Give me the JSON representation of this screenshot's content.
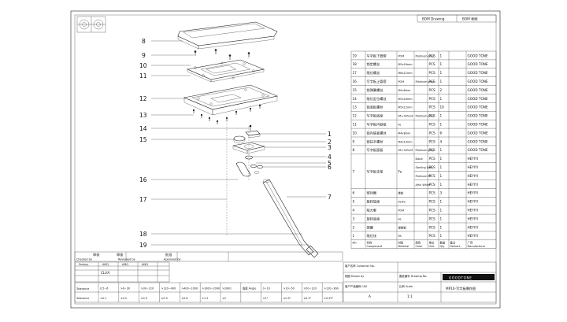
{
  "header": {
    "bom_label": "BOM Drawing",
    "bom_cn": "BOM 表图"
  },
  "callouts_left": [
    "8",
    "9",
    "10",
    "11",
    "12",
    "13",
    "14",
    "15",
    "16",
    "17",
    "18",
    "19"
  ],
  "callouts_right": [
    "1",
    "2",
    "3",
    "4",
    "5",
    "6",
    "7"
  ],
  "bom": {
    "header_row": {
      "no": "NO",
      "name": "名称 Component",
      "material": "材质 Material",
      "color": "颜色 Color",
      "unit": "单位 Unit",
      "qty": "数量 Qty",
      "remark": "备注 Remark",
      "maker": "厂商 Manufacturer"
    },
    "rows": [
      {
        "no": "19",
        "name": "写字板下管套",
        "material": "POM",
        "color": "Platinum grey",
        "unit": "PCS",
        "qty": "1",
        "maker": "GOOD TONE"
      },
      {
        "no": "18",
        "name": "锁定螺丝",
        "material": "M5x16mm",
        "color": "",
        "unit": "PCS",
        "qty": "1",
        "maker": "GOOD TONE"
      },
      {
        "no": "17",
        "name": "限位螺丝",
        "material": "M8x12mm",
        "color": "",
        "unit": "PCS",
        "qty": "1",
        "maker": "GOOD TONE"
      },
      {
        "no": "16",
        "name": "写字板上管套",
        "material": "POM",
        "color": "Platinum grey",
        "unit": "PCS",
        "qty": "1",
        "maker": "GOOD TONE"
      },
      {
        "no": "15",
        "name": "锁弹簧螺丝",
        "material": "M4x8mm",
        "color": "",
        "unit": "PCS",
        "qty": "2",
        "maker": "GOOD TONE"
      },
      {
        "no": "14",
        "name": "限位定位螺丝",
        "material": "M5x16mm",
        "color": "",
        "unit": "PCS",
        "qty": "1",
        "maker": "GOOD TONE"
      },
      {
        "no": "13",
        "name": "锁底板螺丝",
        "material": "M5x12mm",
        "color": "",
        "unit": "PCS",
        "qty": "10",
        "maker": "GOOD TONE"
      },
      {
        "no": "12",
        "name": "写字板底座",
        "material": "PA+30%GF",
        "color": "Platinum grey",
        "unit": "PCS",
        "qty": "1",
        "maker": "GOOD TONE"
      },
      {
        "no": "11",
        "name": "写字板内铁板",
        "material": "Fe",
        "color": "",
        "unit": "PCS",
        "qty": "1",
        "maker": "GOOD TONE"
      },
      {
        "no": "10",
        "name": "锁内铁板螺丝",
        "material": "M4x8mm",
        "color": "",
        "unit": "PCS",
        "qty": "6",
        "maker": "GOOD TONE"
      },
      {
        "no": "9",
        "name": "锁扶手螺丝",
        "material": "M4x14mm",
        "color": "",
        "unit": "PCS",
        "qty": "4",
        "maker": "GOOD TONE"
      },
      {
        "no": "8",
        "name": "写字板面板",
        "material": "PA+30%GF",
        "color": "Platinum grey",
        "unit": "PCS",
        "qty": "1",
        "maker": "GOOD TONE"
      }
    ],
    "row7": {
      "no": "7",
      "name": "写字板支架",
      "material": "Fe",
      "options": [
        {
          "color": "Black",
          "unit": "PCS",
          "qty": "1",
          "maker": "HEYIYI"
        },
        {
          "color": "Sterling Dark",
          "unit": "PCS",
          "qty": "1",
          "maker": "HEYIYI"
        },
        {
          "color": "Platinum Pt",
          "unit": "PCS",
          "qty": "1",
          "maker": "HEYIYI"
        },
        {
          "color": "Artic White",
          "unit": "PCS",
          "qty": "1",
          "maker": "HEYIYI"
        }
      ]
    },
    "rows_low": [
      {
        "no": "6",
        "name": "密封圈",
        "material": "橡胶",
        "color": "",
        "unit": "PCS",
        "qty": "3",
        "maker": "HEYIYI"
      },
      {
        "no": "5",
        "name": "旋转垫座",
        "material": "AL/Fe",
        "color": "",
        "unit": "PCS",
        "qty": "1",
        "maker": "HEYIYI"
      },
      {
        "no": "4",
        "name": "阻力套",
        "material": "POM",
        "color": "",
        "unit": "PCS",
        "qty": "1",
        "maker": "HEYIYI"
      },
      {
        "no": "3",
        "name": "旋转底座",
        "material": "AL",
        "color": "",
        "unit": "PCS",
        "qty": "1",
        "maker": "HEYIYI"
      },
      {
        "no": "2",
        "name": "弹簧",
        "material": "弹簧钢",
        "color": "",
        "unit": "PCS",
        "qty": "1",
        "maker": "HEYIYI"
      },
      {
        "no": "1",
        "name": "限位块",
        "material": "PA",
        "color": "",
        "unit": "PCS",
        "qty": "1",
        "maker": "HEYIYI"
      }
    ]
  },
  "titleblock": {
    "checked_by": "Checked by",
    "reviewed_by": "Reviewed by",
    "approved_by": "Approved by",
    "c_check": "审核",
    "c_review": "审查",
    "c_approve": "批准",
    "factory": "Factory",
    "amq": "AMQ",
    "signature": "CLUA",
    "tolerance_label": "Tolerance",
    "tol_ranges": [
      "0.5~6",
      ">6~30",
      ">30~120",
      ">120~400",
      ">400~1000",
      ">1000~2000",
      ">2000"
    ],
    "tol_values": [
      "±0.1",
      "±0.2",
      "±0.3",
      "±0.5",
      "±0.8",
      "±1.2",
      "±2"
    ],
    "angle_label": "角度 Angle",
    "angle_ranges": [
      "0~10",
      ">10~50",
      ">50~120",
      ">120~360"
    ],
    "angle_values": [
      "±1°",
      "±0.5°",
      "±0.3°",
      "±0.25°"
    ],
    "customer": "客户名称 Customer No.",
    "drawn_by": "制图 Drawn by",
    "drawing_no": "图纸编号 Drawing No.",
    "part_no": "客户产品编码 CAS",
    "scale_label": "比例 Scale",
    "scale_value": "1:1",
    "revision": "A",
    "brand": "GOODTONE",
    "drawing_title": "MP10-写字板爆炸图"
  }
}
